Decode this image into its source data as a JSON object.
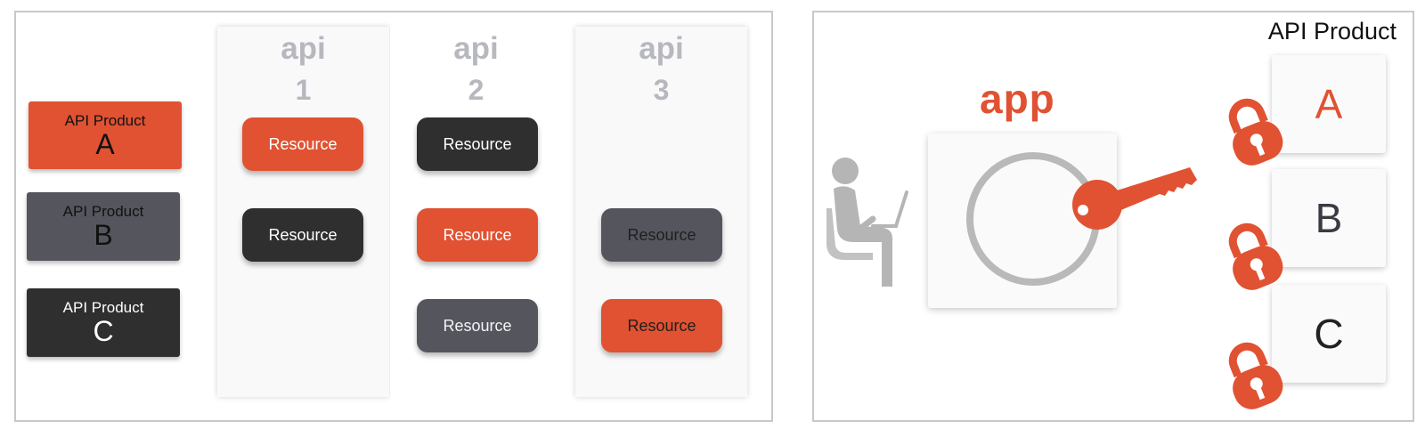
{
  "left": {
    "products": [
      {
        "label": "API Product",
        "letter": "A",
        "color": "#e05232"
      },
      {
        "label": "API Product",
        "letter": "B",
        "color": "#55555e"
      },
      {
        "label": "API Product",
        "letter": "C",
        "color": "#2f2f30"
      }
    ],
    "apis": [
      {
        "name": "api",
        "number": "1",
        "resources": [
          "Resource",
          "Resource"
        ]
      },
      {
        "name": "api",
        "number": "2",
        "resources": [
          "Resource",
          "Resource",
          "Resource"
        ]
      },
      {
        "name": "api",
        "number": "3",
        "resources": [
          "Resource",
          "Resource"
        ]
      }
    ]
  },
  "right": {
    "title": "API Product",
    "app_label": "app",
    "product_letters": [
      "A",
      "B",
      "C"
    ],
    "icons": [
      "user-at-laptop-icon",
      "ring-icon",
      "key-icon",
      "padlock-icon"
    ]
  },
  "colors": {
    "orange": "#e05232",
    "dark": "#2f2f30",
    "gray": "#55555e",
    "api_heading": "#b7b8be",
    "ring": "#b9b9b9"
  }
}
